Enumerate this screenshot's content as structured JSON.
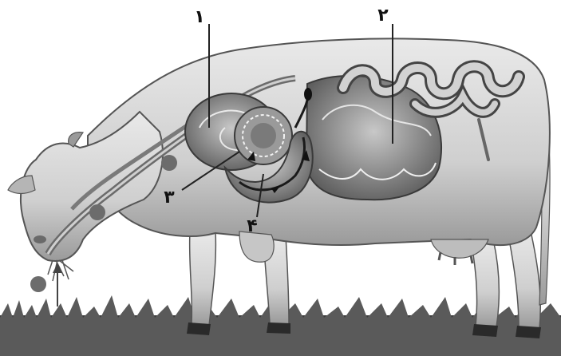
{
  "diagram": {
    "labels": [
      {
        "id": "1",
        "text": "۱"
      },
      {
        "id": "2",
        "text": "۲"
      },
      {
        "id": "3",
        "text": "۳"
      },
      {
        "id": "4",
        "text": "۴"
      }
    ]
  }
}
